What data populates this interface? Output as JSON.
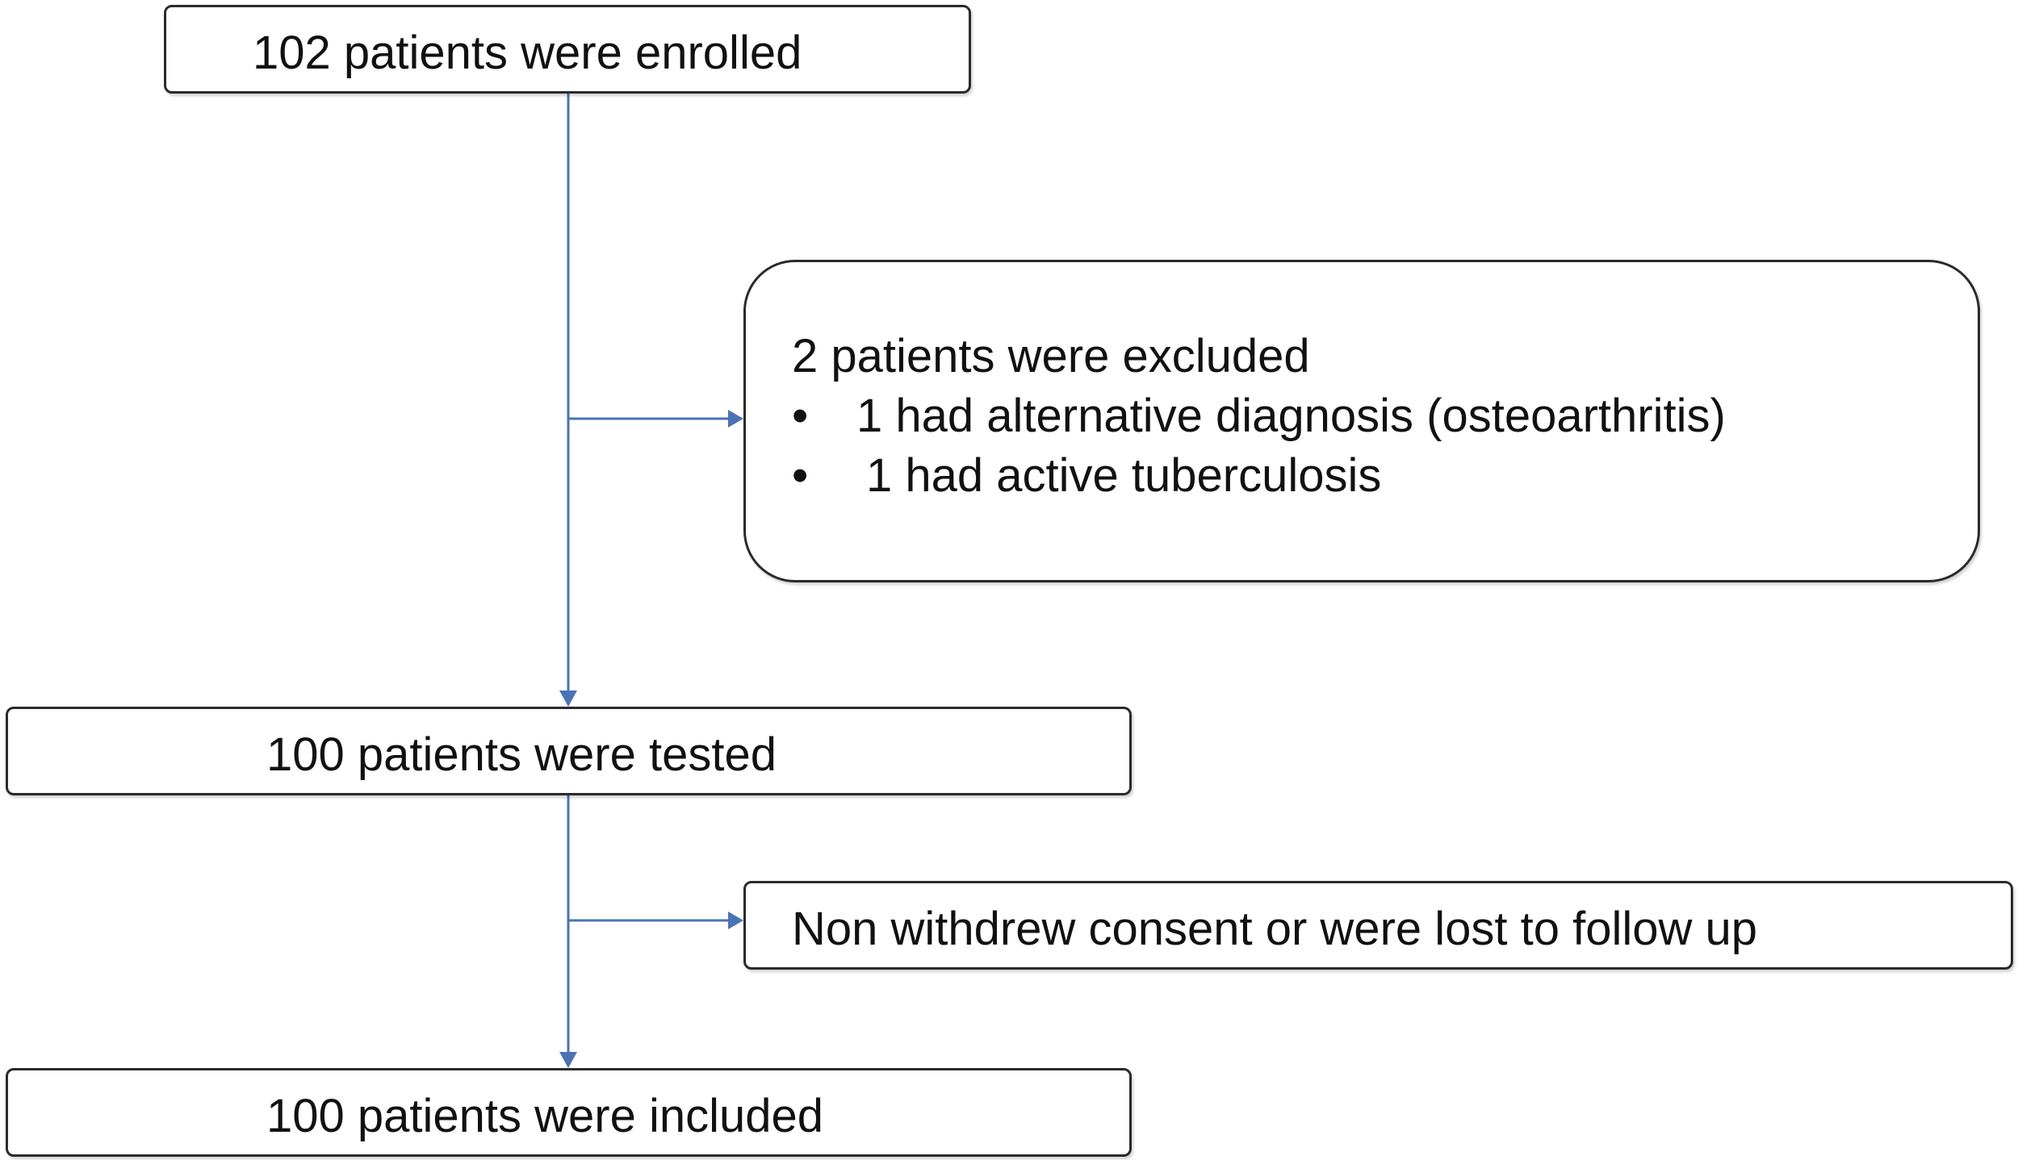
{
  "diagram": {
    "enrolled": "102 patients were enrolled",
    "excluded": {
      "heading": "2 patients were excluded",
      "items": [
        "1 had alternative diagnosis (osteoarthritis)",
        "1 had active tuberculosis"
      ],
      "bullet": "•"
    },
    "tested": "100 patients were tested",
    "withdrew": "Non withdrew consent or were lost to follow up",
    "included": "100 patients were included"
  },
  "colors": {
    "connector": "#4a72b8",
    "border": "#2b2b2b"
  }
}
